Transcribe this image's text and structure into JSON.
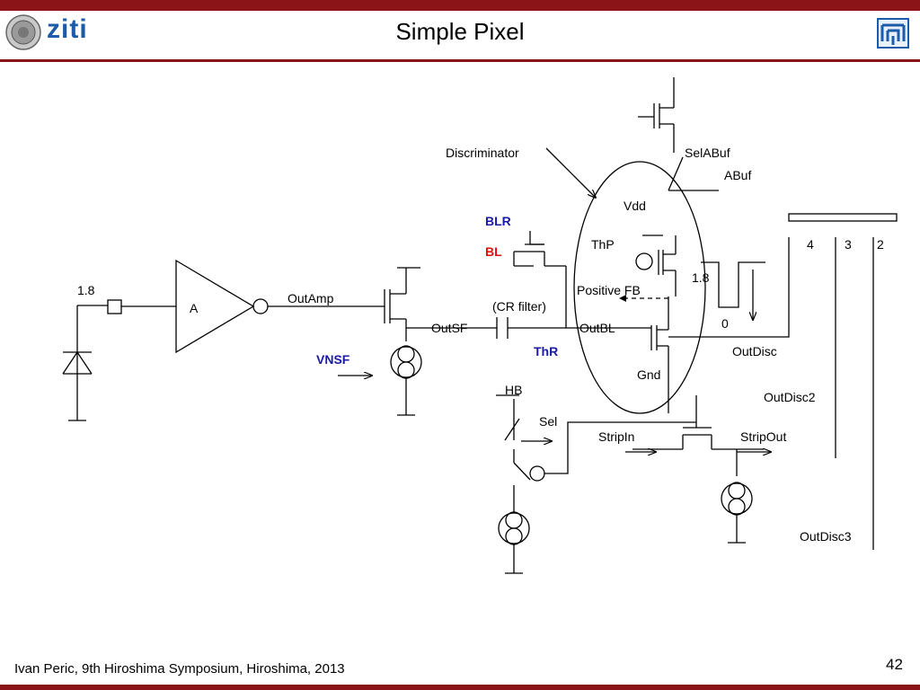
{
  "header": {
    "title": "Simple Pixel",
    "logo_text": "ziti",
    "left_logo_icon": "university-seal-icon",
    "right_logo_icon": "institute-logo-icon",
    "accent_color": "#8b1418"
  },
  "footer": {
    "citation": "Ivan Peric, 9th Hiroshima Symposium, Hiroshima, 2013",
    "page_number": "42"
  },
  "diagram": {
    "labels": {
      "discriminator": "Discriminator",
      "selabuf": "SelABuf",
      "abuf": "ABuf",
      "vdd": "Vdd",
      "blr": "BLR",
      "bl": "BL",
      "thp": "ThP",
      "v18_left": "1.8",
      "v18_right": "1.8",
      "outamp": "OutAmp",
      "amp": "A",
      "positive_fb": "Positive FB",
      "cr_filter": "(CR filter)",
      "outsf": "OutSF",
      "outbl": "OutBL",
      "zero": "0",
      "vnsf": "VNSF",
      "thr": "ThR",
      "outdisc": "OutDisc",
      "gnd": "Gnd",
      "hb": "HB",
      "outdisc2": "OutDisc2",
      "sel": "Sel",
      "stripin": "StripIn",
      "stripout": "StripOut",
      "outdisc3": "OutDisc3",
      "bus4": "4",
      "bus3": "3",
      "bus2": "2"
    }
  }
}
